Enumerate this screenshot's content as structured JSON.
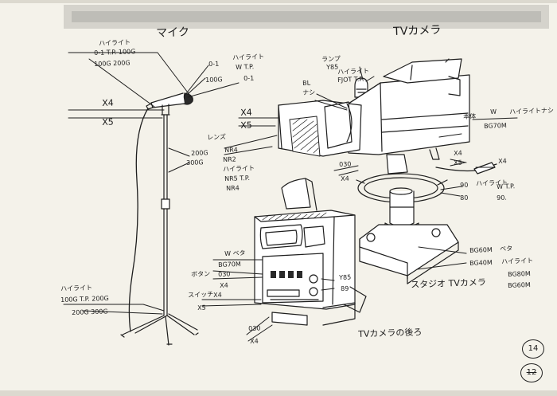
{
  "titles": {
    "mic": "マイク",
    "tv_camera": "TVカメラ"
  },
  "mic": {
    "top_left": {
      "highlight": "ハイライト",
      "line1": "0-1 T.P. 100G",
      "line2": "100G 200G"
    },
    "top_mid": {
      "value1": "0-1",
      "highlight": "ハイライト",
      "wtp": "W T.P.",
      "line2a": "100G",
      "line2b": "0-1"
    },
    "x4": "X4",
    "x5": "X5",
    "g200": "200G",
    "g300": "300G",
    "bottom": {
      "highlight": "ハイライト",
      "line1": "100G T.P. 200G",
      "line2": "200G 300G"
    }
  },
  "camera": {
    "lamp": {
      "label": "ランプ",
      "y85": "Y85",
      "hl": "ハイライト",
      "fjtp": "FJOT T.P."
    },
    "bl": "BL",
    "nashi": "ナシ",
    "lens_x4": "X4",
    "lens_x5": "X5",
    "lens": {
      "label": "レンズ",
      "nr4": "NR4",
      "nr2": "NR2",
      "hl": "ハイライト",
      "nr5tp": "NR5 T.P.",
      "nr4b": "NR4"
    },
    "body": {
      "label": "本体",
      "w": "W",
      "hl_nashi": "ハイライトナシ",
      "bg70m": "BG70M"
    },
    "r_x4": "X4",
    "r_x5": "X5",
    "cable_x4": "X4",
    "c030": "030",
    "c030_x4": "X4",
    "g90": {
      "value": "90",
      "hl": "ハイライト",
      "wtp": "W T.P.",
      "v80": "80",
      "v90b": "90."
    },
    "base": {
      "bg60m": "BG60M",
      "beta": "ベタ",
      "bg40m": "BG40M",
      "hl": "ハイライト",
      "bg80m": "BG80M",
      "bg60m_b": "BG60M"
    },
    "studio_caption": "スタジオ TVカメラ"
  },
  "back": {
    "w_beta": "W ベタ",
    "bg70m": "BG70M",
    "button": "ボタン",
    "b030": "030",
    "b_x4": "X4",
    "switch": "スイッチ",
    "s_x4": "X4",
    "s_x5": "X5",
    "y85": "Y85",
    "v89": "89",
    "bottom_030": "030",
    "bottom_x4": "X4",
    "caption": "TVカメラの後ろ"
  },
  "page_numbers": {
    "current": "14",
    "previous": "12"
  }
}
